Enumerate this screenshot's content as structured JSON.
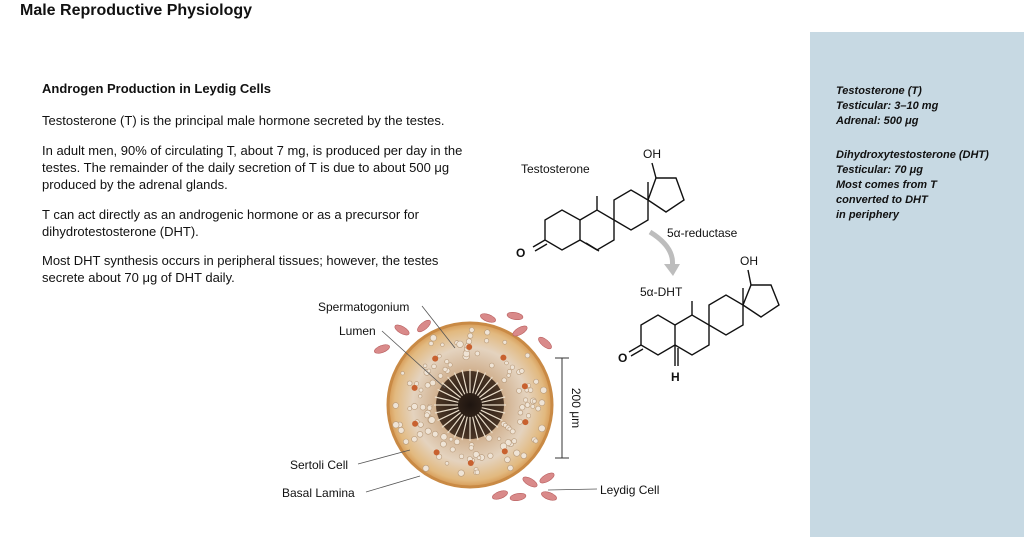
{
  "header": {
    "title": "Male Reproductive Physiology"
  },
  "main": {
    "heading": "Androgen Production in Leydig Cells",
    "paragraphs": [
      "Testosterone (T) is the principal male hormone secreted by the testes.",
      "In adult men, 90% of circulating T, about 7 mg, is produced per day in the testes. The remainder of the daily secretion of T is due to about 500 μg produced by the adrenal glands.",
      "T can act directly as an androgenic hormone or as a precursor for dihydrotestosterone (DHT).",
      "Most DHT synthesis occurs in peripheral tissues; however, the testes secrete about 70 μg of DHT daily."
    ]
  },
  "diagram": {
    "testosterone_label": "Testosterone",
    "dht_label": "5α-DHT",
    "enzyme_label": "5α-reductase",
    "oh_label": "OH",
    "o_label": "O",
    "h_label": "H",
    "tubule_labels": {
      "spermatogonium": "Spermatogonium",
      "lumen": "Lumen",
      "sertoli": "Sertoli Cell",
      "basal": "Basal Lamina",
      "leydig": "Leydig Cell",
      "scale": "200 μm"
    }
  },
  "sidebar": {
    "block1": [
      "Testosterone (T)",
      "Testicular: 3–10 mg",
      "Adrenal: 500 μg"
    ],
    "block2": [
      "Dihydroxytestosterone (DHT)",
      "Testicular: 70 μg",
      "Most comes from T",
      "converted to DHT",
      "in periphery"
    ]
  },
  "colors": {
    "sidebar_bg": "#c7d9e3",
    "tubule_outer": "#e9b46e",
    "tubule_inner": "#d9c7b0",
    "lumen": "#3a2a1f",
    "leydig": "#d98a8a"
  }
}
